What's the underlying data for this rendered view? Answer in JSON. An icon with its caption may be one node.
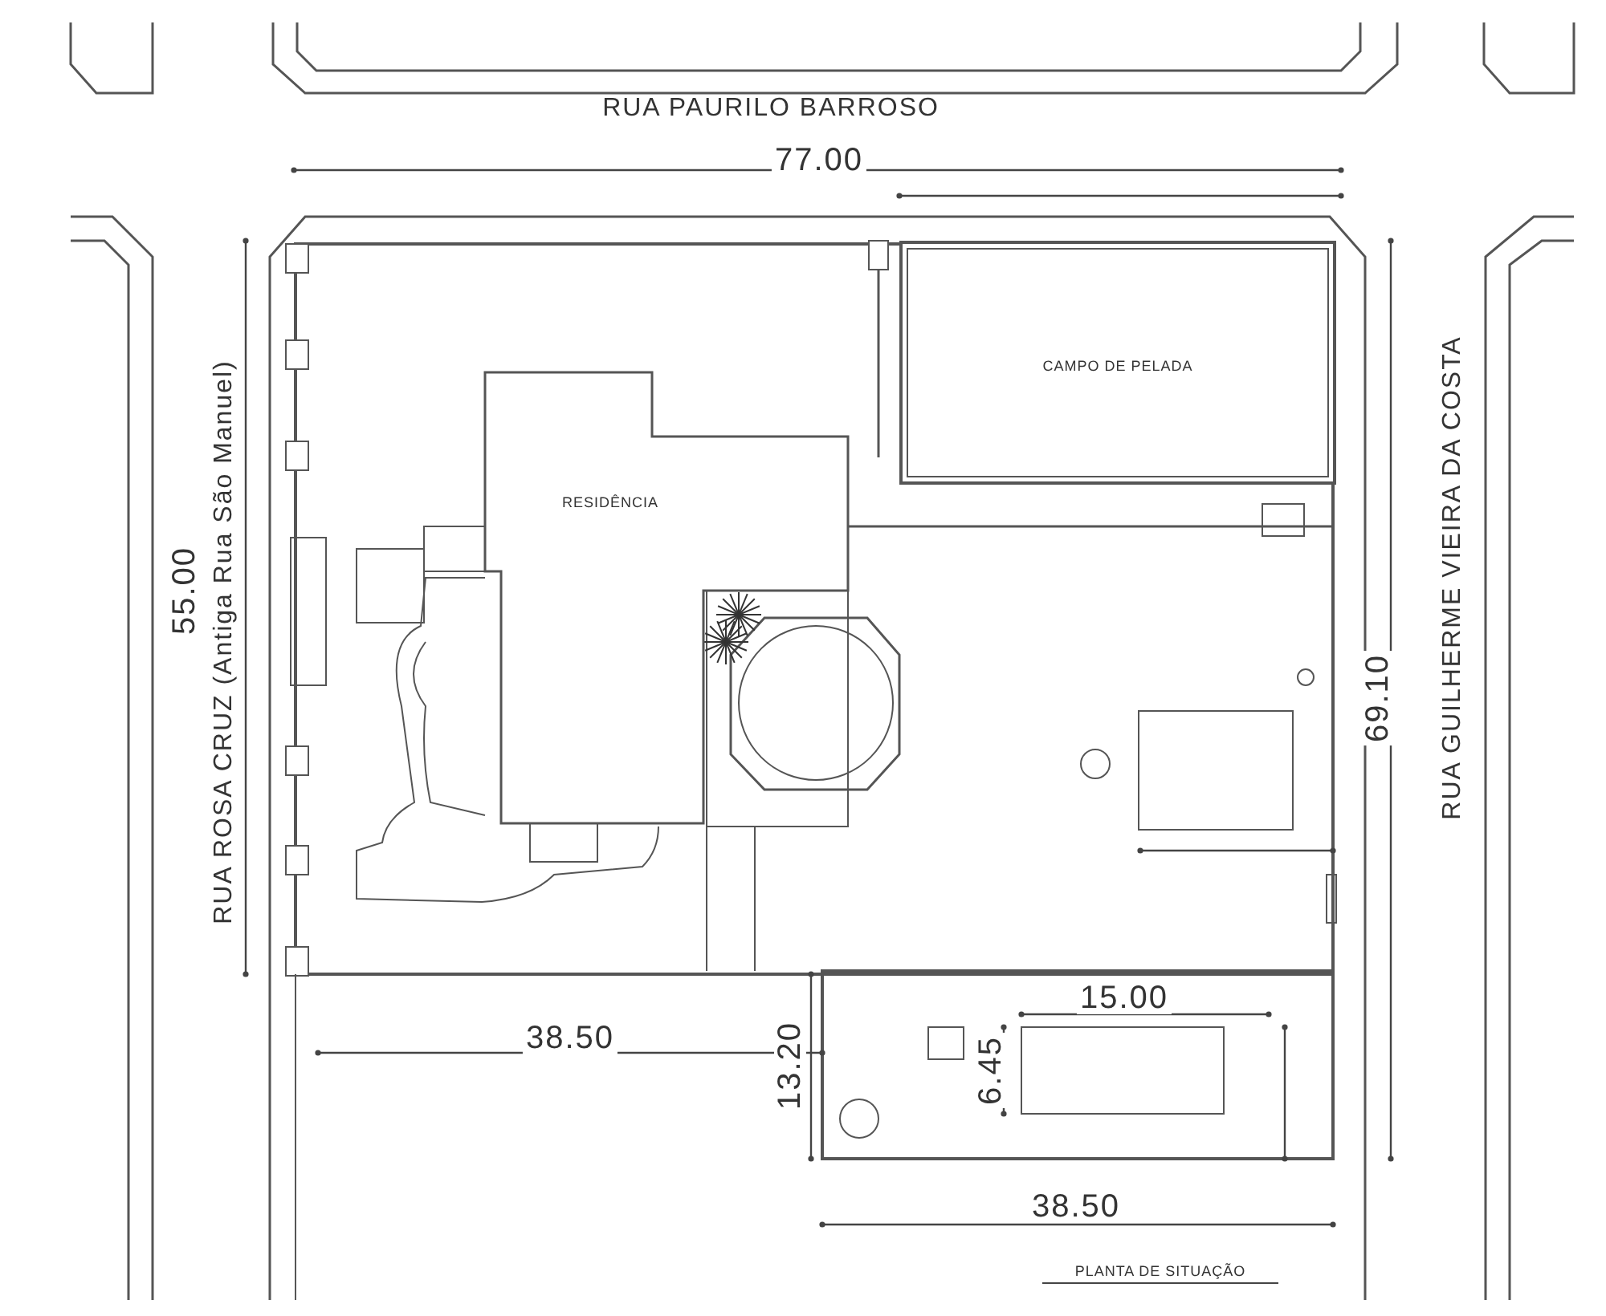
{
  "diagram": {
    "caption": "PLANTA DE SITUAÇÃO",
    "nodes": [
      {
        "text": [
          "RESIDÊNCIA"
        ]
      },
      {
        "text": [
          "CAMPO DE PELADA"
        ]
      }
    ],
    "labels": [
      "RUA PAURILO BARROSO",
      "77.00",
      "RUA ROSA CRUZ (Antiga Rua São Manuel)",
      "55.00",
      "69.10",
      "RUA GUILHERME VIEIRA DA COSTA",
      "38.50",
      "13.20",
      "15.00",
      "6.45",
      "38.50"
    ]
  }
}
